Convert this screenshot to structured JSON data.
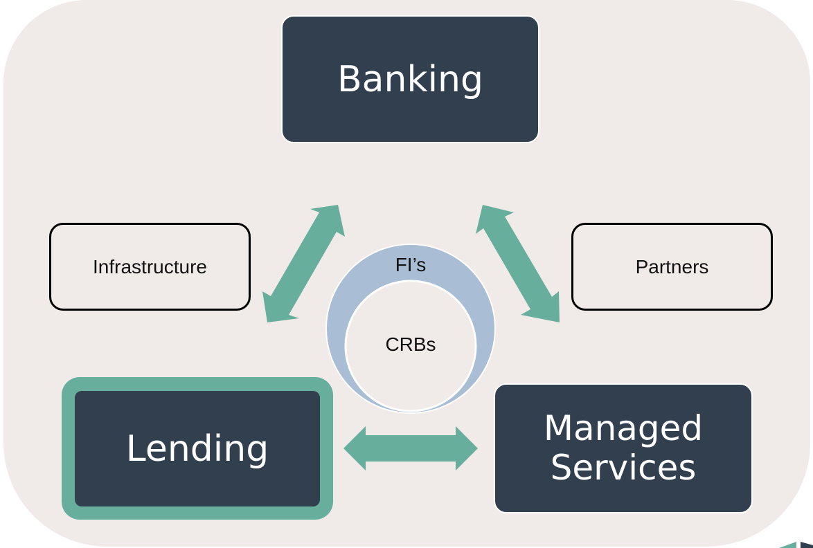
{
  "diagram": {
    "nodes": {
      "banking": "Banking",
      "infrastructure": "Infrastructure",
      "partners": "Partners",
      "lending": "Lending",
      "managed_services": "Managed Services"
    },
    "center": {
      "outer_label": "FI’s",
      "inner_label": "CRBs"
    },
    "connections": [
      {
        "from": "Banking",
        "to": "Lending",
        "type": "bidirectional"
      },
      {
        "from": "Banking",
        "to": "Managed Services",
        "type": "bidirectional"
      },
      {
        "from": "Lending",
        "to": "Managed Services",
        "type": "bidirectional"
      }
    ],
    "colors": {
      "panel_background": "#f0ebe8",
      "dark_box": "#323f4e",
      "accent_teal": "#68ae9c",
      "circle_blue": "#a9bdd4",
      "box_text_light": "#ffffff",
      "outline_text": "#111111"
    },
    "highlighted_node": "Lending"
  }
}
